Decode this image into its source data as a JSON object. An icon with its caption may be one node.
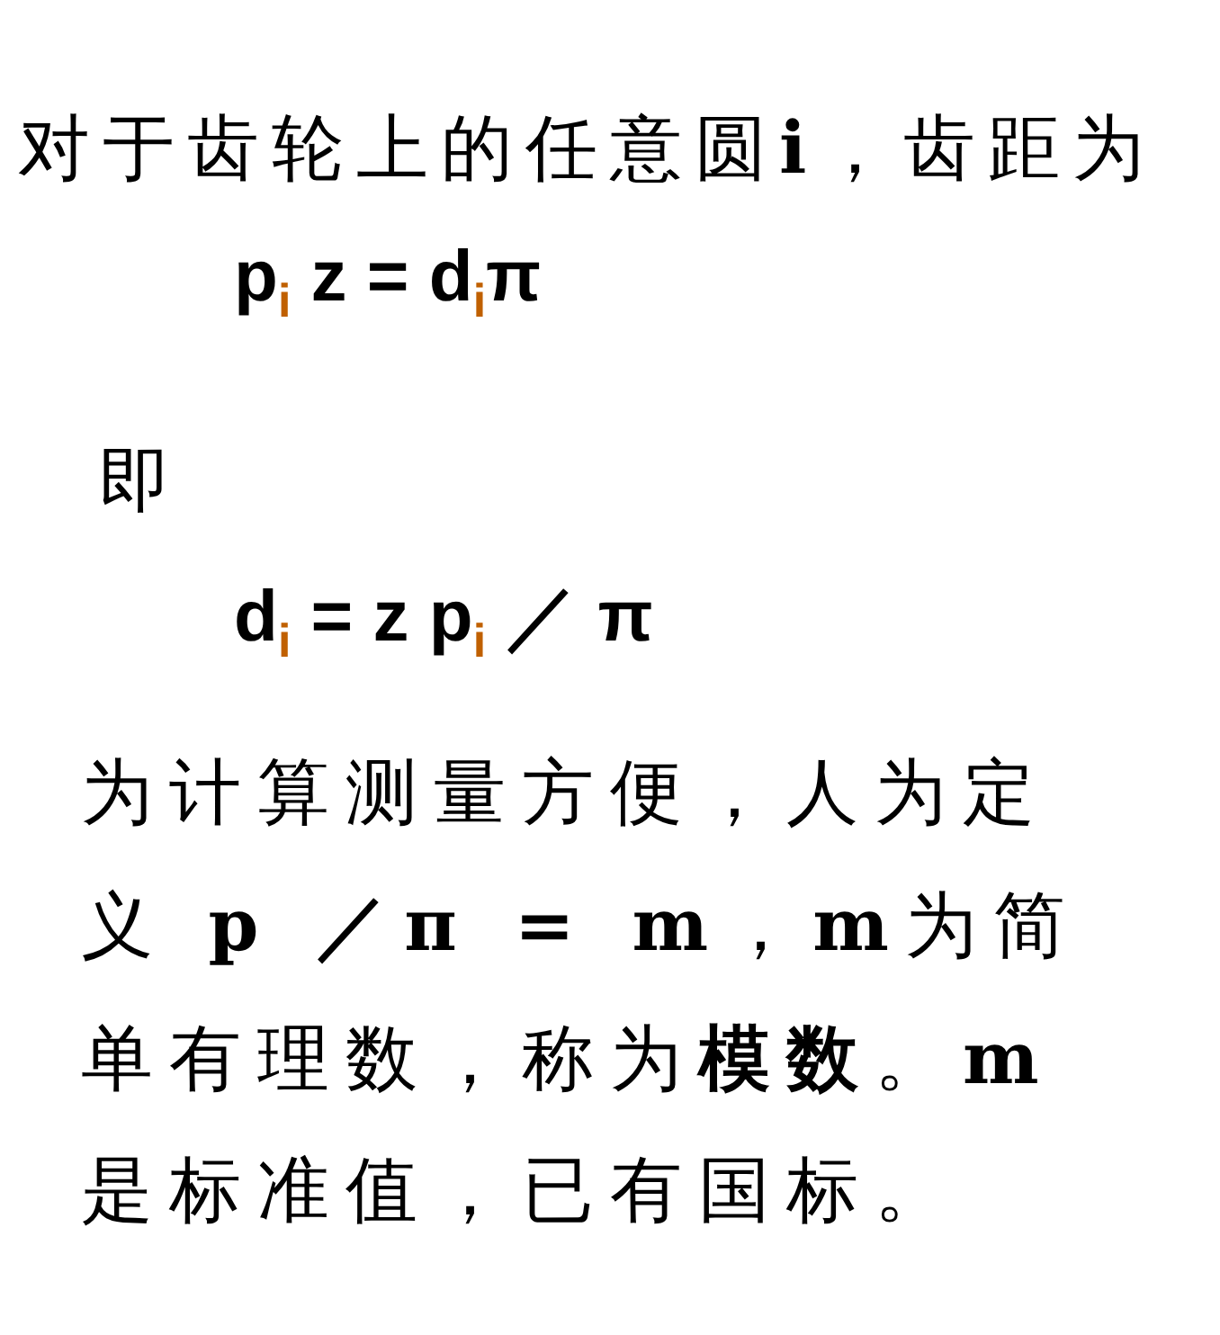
{
  "diagram": {
    "labels": [
      "对于齿轮上的任意圆**i**，齿距为",
      "p$_{i}$ z = d$_{i}$π",
      "即",
      "d$_{i}$  = z p$_{i}$ ／ π",
      "为计算测量方便，人为定义 **p ／π = m**，**m**为简单有理数，称为**模数**。**m**是标准值，已有国标。"
    ]
  }
}
